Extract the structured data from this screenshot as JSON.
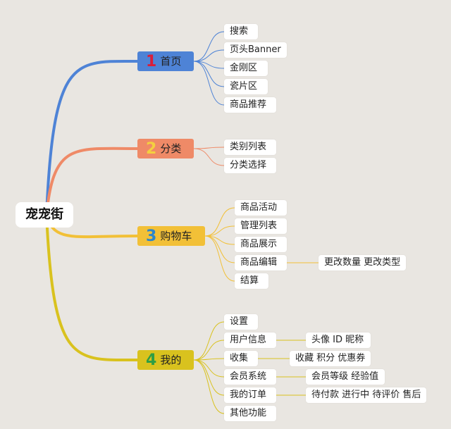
{
  "root": {
    "label": "宠宠街"
  },
  "branches": [
    {
      "num": "1",
      "label": "首页",
      "color": "#4e83d6",
      "num_color": "#d91e3a",
      "children": [
        {
          "label": "搜索"
        },
        {
          "label": "页头Banner"
        },
        {
          "label": "金刚区"
        },
        {
          "label": "瓷片区"
        },
        {
          "label": "商品推荐"
        }
      ]
    },
    {
      "num": "2",
      "label": "分类",
      "color": "#ef8a67",
      "num_color": "#f4d03f",
      "children": [
        {
          "label": "类别列表"
        },
        {
          "label": "分类选择"
        }
      ]
    },
    {
      "num": "3",
      "label": "购物车",
      "color": "#f2c037",
      "num_color": "#2e86c9",
      "children": [
        {
          "label": "商品活动"
        },
        {
          "label": "管理列表"
        },
        {
          "label": "商品展示"
        },
        {
          "label": "商品编辑",
          "detail": "更改数量 更改类型"
        },
        {
          "label": "结算"
        }
      ]
    },
    {
      "num": "4",
      "label": "我的",
      "color": "#d9c21e",
      "num_color": "#2f9e44",
      "children": [
        {
          "label": "设置"
        },
        {
          "label": "用户信息",
          "detail": "头像 ID 昵称"
        },
        {
          "label": "收集",
          "detail": "收藏 积分 优惠券"
        },
        {
          "label": "会员系统",
          "detail": "会员等级 经验值"
        },
        {
          "label": "我的订单",
          "detail": "待付款 进行中 待评价 售后"
        },
        {
          "label": "其他功能"
        }
      ]
    }
  ]
}
